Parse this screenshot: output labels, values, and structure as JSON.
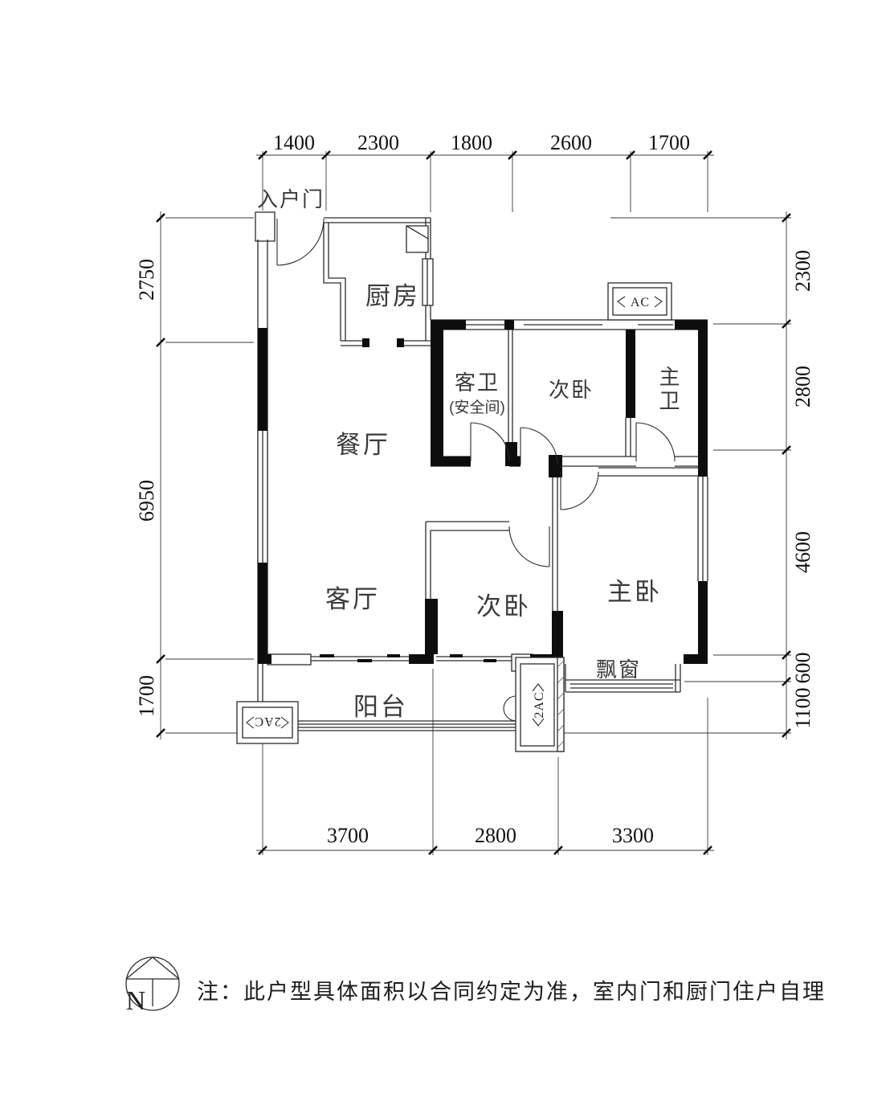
{
  "dims": {
    "top": [
      "1400",
      "2300",
      "1800",
      "2600",
      "1700"
    ],
    "bottom": [
      "3700",
      "2800",
      "3300"
    ],
    "left": [
      "2750",
      "6950",
      "1700"
    ],
    "right": [
      "2300",
      "2800",
      "4600",
      "600",
      "1100"
    ]
  },
  "rooms": {
    "entry_door": "入户门",
    "kitchen": "厨房",
    "dining": "餐厅",
    "living": "客厅",
    "guest_bath": "客卫",
    "guest_bath_note": "(安全间)",
    "bedroom2_top": "次卧",
    "master_bath": "主卫",
    "bedroom2_bottom": "次卧",
    "master_bedroom": "主卧",
    "balcony": "阳台",
    "bay_window": "飘窗"
  },
  "ac_units": {
    "top": "AC",
    "balcony_left": "2AC",
    "balcony_right": "2AC"
  },
  "compass": {
    "north": "N"
  },
  "note": "注：此户型具体面积以合同约定为准，室内门和厨门住户自理",
  "colors": {
    "wall": "#0d0d0d",
    "line": "#2b2b2b",
    "background": "#ffffff"
  }
}
